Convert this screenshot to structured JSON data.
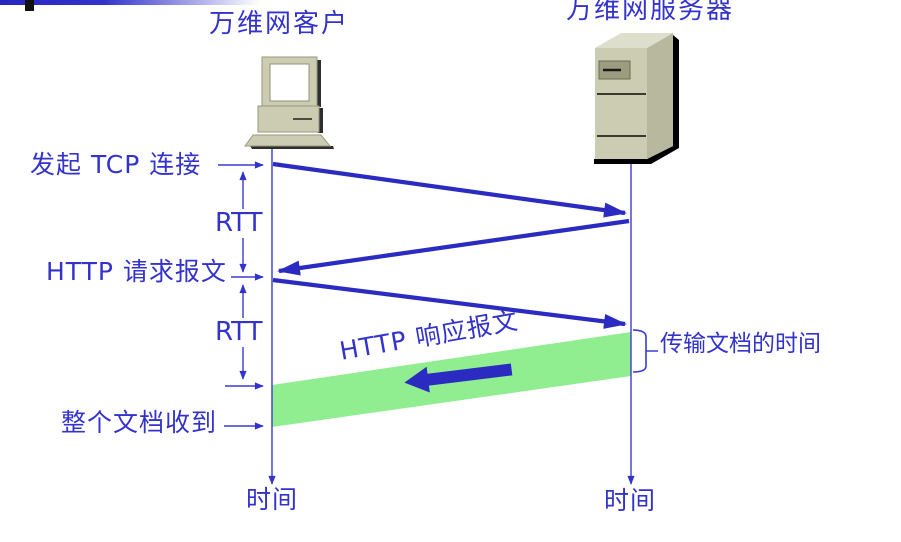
{
  "diagram": {
    "client_title": "万维网客户",
    "server_title": "万维网服务器",
    "labels": {
      "tcp_connect": "发起 TCP 连接",
      "rtt_1": "RTT",
      "http_request": "HTTP 请求报文",
      "rtt_2": "RTT",
      "http_response": "HTTP 响应报文",
      "transfer_time": "传输文档的时间",
      "doc_received": "整个文档收到",
      "time_client": "时间",
      "time_server": "时间"
    },
    "icons": [
      "client-computer-icon",
      "server-tower-icon"
    ],
    "colors": {
      "primary_blue": "#3333cc",
      "arrow_blue": "#2b2bc2",
      "band_green": "#90ee90",
      "machine_beige": "#ccccb2",
      "accent_bar_blue": "#2626c0",
      "accent_tab_black": "#111111"
    }
  }
}
